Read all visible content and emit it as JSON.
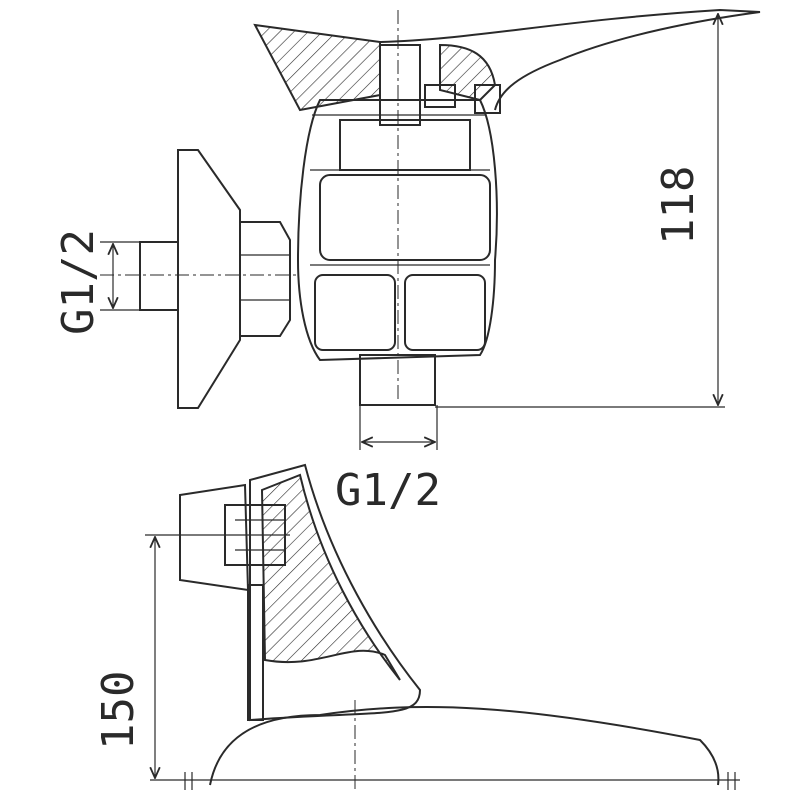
{
  "dimensions": {
    "top_left_thread": "G1/2",
    "top_height": "118",
    "bottom_thread": "G1/2",
    "bottom_height": "150"
  },
  "colors": {
    "line": "#2a2a2a",
    "background": "#ffffff"
  }
}
